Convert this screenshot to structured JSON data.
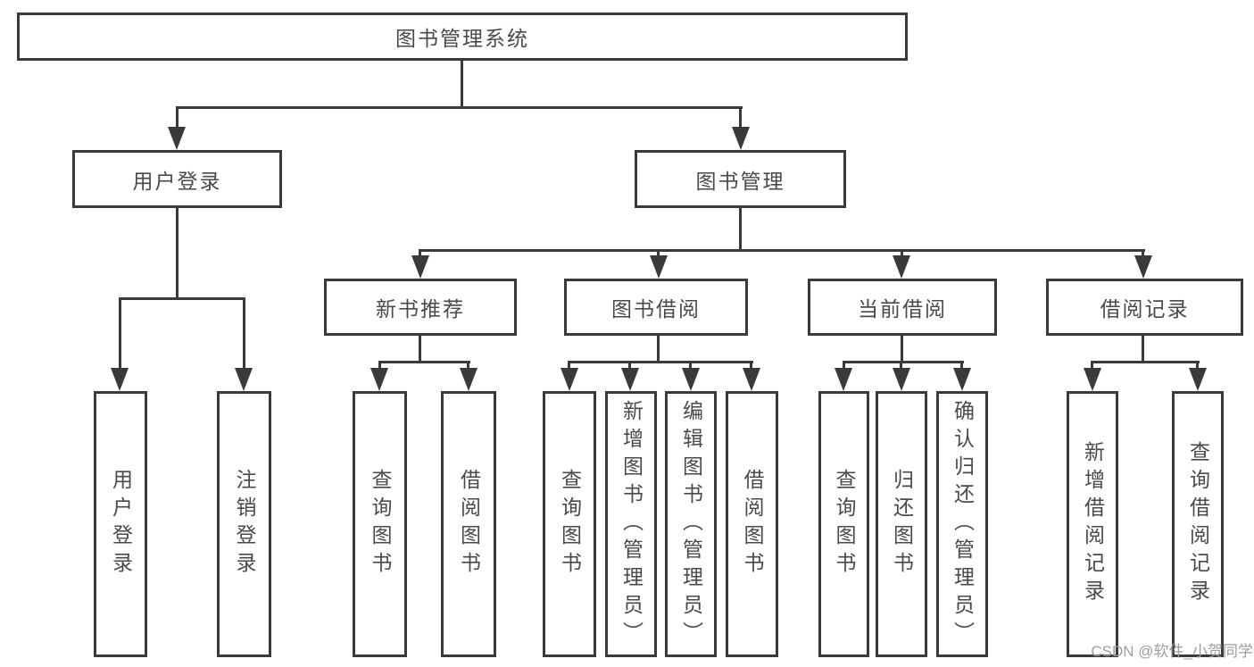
{
  "diagram": {
    "title_node": {
      "label": "图书管理系统"
    },
    "level2": {
      "user_login": {
        "label": "用户登录"
      },
      "book_management": {
        "label": "图书管理"
      }
    },
    "level3": {
      "new_book_recommend": {
        "label": "新书推荐"
      },
      "book_borrowing": {
        "label": "图书借阅"
      },
      "current_borrowing": {
        "label": "当前借阅"
      },
      "borrowing_records": {
        "label": "借阅记录"
      }
    },
    "leaves": {
      "user_login_action": {
        "label": "用户登录"
      },
      "logout_action": {
        "label": "注销登录"
      },
      "rec_query_books": {
        "label": "查询图书"
      },
      "rec_borrow_books": {
        "label": "借阅图书"
      },
      "bb_query_books": {
        "label": "查询图书"
      },
      "bb_add_books_admin": {
        "label": "新增图书（管理员）"
      },
      "bb_edit_books_admin": {
        "label": "编辑图书（管理员）"
      },
      "bb_borrow_books": {
        "label": "借阅图书"
      },
      "cb_query_books": {
        "label": "查询图书"
      },
      "cb_return_books": {
        "label": "归还图书"
      },
      "cb_confirm_return_admin": {
        "label": "确认归还（管理员）"
      },
      "br_add_record": {
        "label": "新增借阅记录"
      },
      "br_query_record": {
        "label": "查询借阅记录"
      }
    },
    "colors": {
      "line": "#3a3a3a",
      "text": "#4a4a4a",
      "background": "#ffffff",
      "watermark": "#9e9e9e"
    }
  },
  "watermark": {
    "text": "CSDN @软件_小贺同学"
  }
}
